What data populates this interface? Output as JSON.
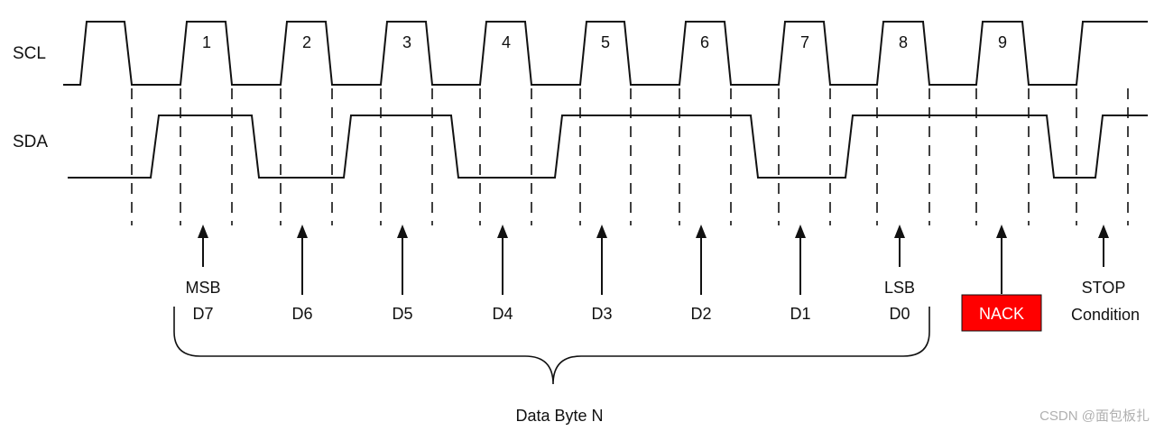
{
  "signals": {
    "scl": "SCL",
    "sda": "SDA"
  },
  "clock_numbers": [
    "1",
    "2",
    "3",
    "4",
    "5",
    "6",
    "7",
    "8",
    "9"
  ],
  "bits": [
    {
      "line1": "MSB",
      "line2": "D7"
    },
    {
      "line1": "",
      "line2": "D6"
    },
    {
      "line1": "",
      "line2": "D5"
    },
    {
      "line1": "",
      "line2": "D4"
    },
    {
      "line1": "",
      "line2": "D3"
    },
    {
      "line1": "",
      "line2": "D2"
    },
    {
      "line1": "",
      "line2": "D1"
    },
    {
      "line1": "LSB",
      "line2": "D0"
    }
  ],
  "nack": {
    "label": "NACK",
    "color": "#ff0000",
    "text_color": "#ffffff"
  },
  "stop": {
    "line1": "STOP",
    "line2": "Condition"
  },
  "brace_label": "Data Byte N",
  "watermark": "CSDN @面包板扎"
}
